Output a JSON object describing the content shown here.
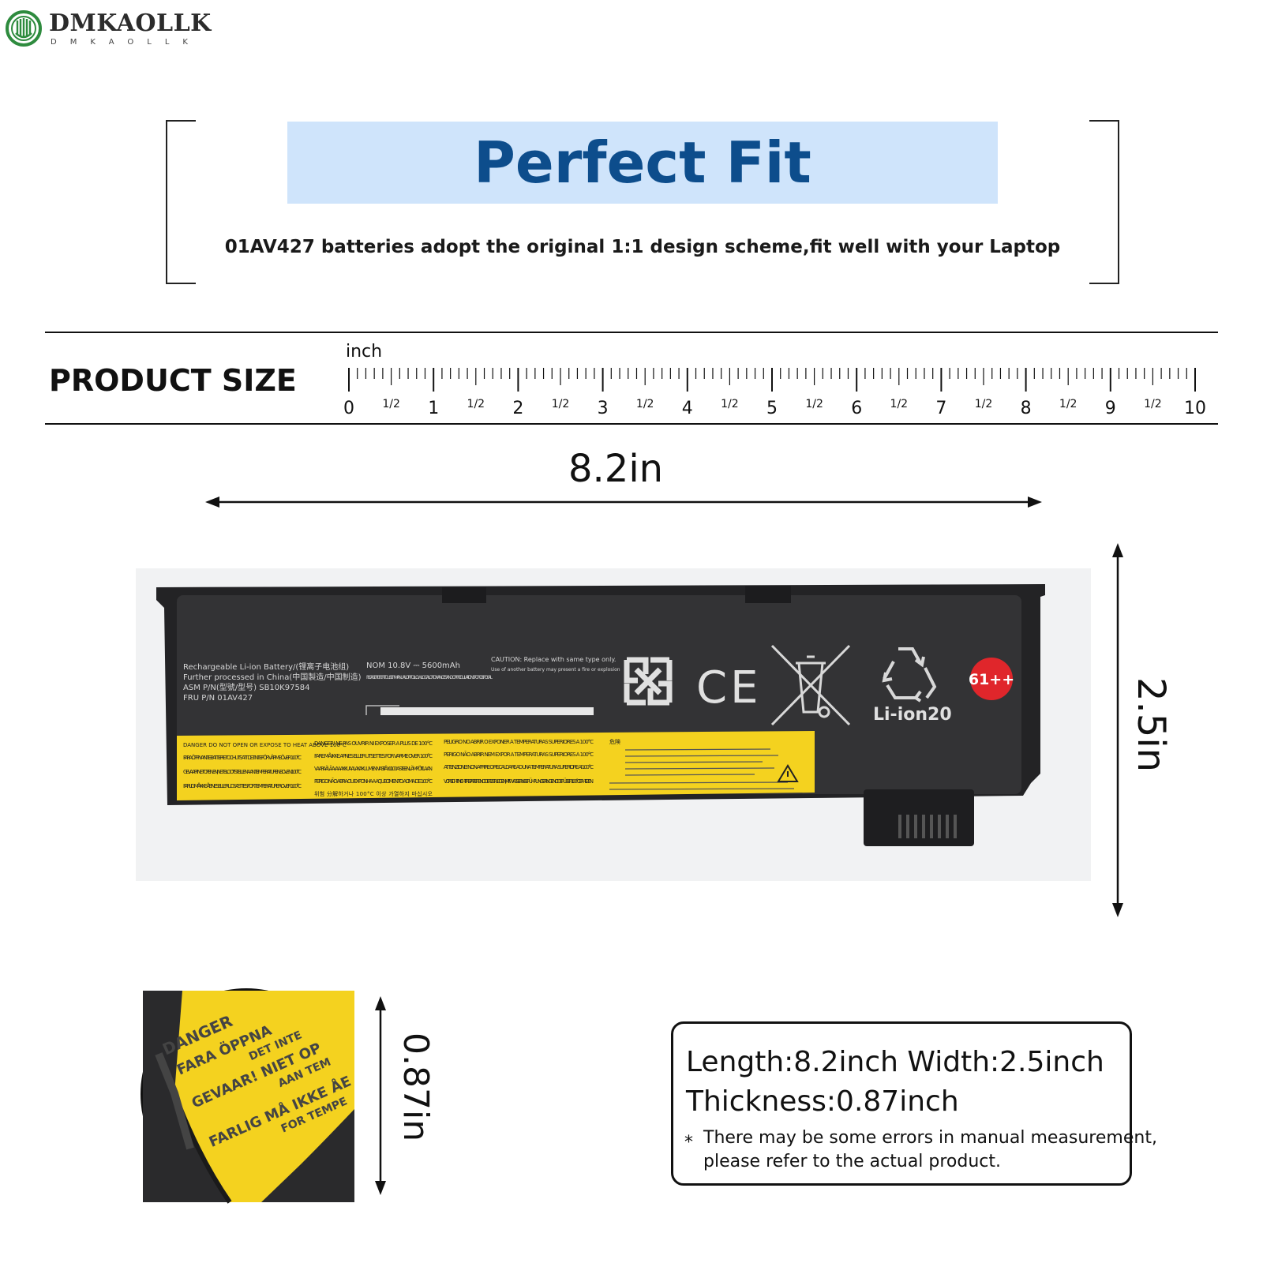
{
  "brand": {
    "name": "DMKAOLLK",
    "sub": "DMKAOLLK",
    "logo_color": "#2e8b3e"
  },
  "hero": {
    "title": "Perfect Fit",
    "subtitle": "01AV427 batteries adopt the original 1:1 design scheme,fit well with your Laptop",
    "title_color": "#0d4d8c",
    "band_color": "#cfe4fb"
  },
  "product_size": {
    "label": "PRODUCT SIZE",
    "ruler_unit": "inch",
    "ruler_numbers": [
      "0",
      "1",
      "2",
      "3",
      "4",
      "5",
      "6",
      "7",
      "8",
      "9",
      "10"
    ],
    "half_label": "1/2"
  },
  "dimensions": {
    "length": "8.2in",
    "width": "2.5in",
    "thickness": "0.87in"
  },
  "battery_label": {
    "lines": [
      "Rechargeable Li-ion Battery/(锂离子电池组)",
      "Further processed in China(中国製造/中国制造)",
      "ASM P/N(型號/型号) SB10K97584",
      "FRU P/N  01AV427"
    ],
    "nom": "NOM  10.8V ⎓ 5600mAh",
    "nom_note": "PLEASE REFER TO USER MANUAL OR FOLLOW LOCAL ORDINANCES AND OR REGULATIONS FOR DISPOSAL",
    "caution": "CAUTION:  Replace with same type only.",
    "caution_note": "Use of another battery may present a fire or explosion",
    "ce": "CE",
    "li_ion": "Li-ion20",
    "badge": "61++",
    "warning_col1": [
      "DANGER  DO NOT OPEN OR EXPOSE TO HEAT ABOVE 100℃",
      "FARA  ÖPPNA INTE BATTERIET OCH UTSATT DET INTE FÖR VÄRME ÖVER 100°C",
      "GEVAAR!  NIET OPENEN, NIET BLOOTSTELLEN AAN TEMPERATUREN BOVEN 100°C",
      "FARLIG  MÅ IKKE ÅBNES ELLER UDSÆTTES FOR TEMPERATURER OVER 100°C"
    ],
    "warning_col2": [
      "DANGER!  NE PAS OUVRIR NI EXPOSER A PLUS DE 100°C",
      "FARE  MÅ IKKE APNES ELLER UTSETTES FOR VARME OVER 100°C",
      "VAARA  ÄLÄ AVAA AKKUA ALAKA KUUMENNA SITÄ YLI 100 ASTEEN LÄMPÖTILAAN",
      "PERIGO  NÃO ABRA OU EXPONHA A AQUECIMENTO ACIMA DE 100°C",
      "위험  分解하거나 100°C 이상 가열하지 마십시오"
    ],
    "warning_col3": [
      "PELIGRO  NO ABRIR O EXPONER A TEMPERATURAS SUPERIORES A 100°C",
      "PERIGO  NÃO ABRIR NEM EXPOR A TEMPERATURAS SUPERIORES A 100°C",
      "ATTENZIONE!  NON APRIRE O RISCALDARE AD UNA TEMPERATURA SUPERIORE AI 100°C",
      "VORSICHT!  NICHT REPARIEREN ODER ZERLEGEN, MIT WASSER IN BERÜHRUNG BRINGEN ODER ÜBER 100°C ERHITZEN"
    ],
    "warning_jp": "危険"
  },
  "zoom": {
    "lines": [
      "DANGER",
      "FARA  ÖPPNA",
      "DET INTE",
      "GEVAAR!  NIET OP",
      "AAN TEM",
      "FARLIG  MÅ IKKE ÅE",
      "FOR TEMPE"
    ]
  },
  "spec": {
    "line1": "Length:8.2inch Width:2.5inch",
    "line2": "Thickness:0.87inch",
    "note_star": "*",
    "note_line1": "There may be some errors in manual measurement,",
    "note_line2": "please refer to the actual product."
  },
  "colors": {
    "battery_body": "#2b2b2d",
    "label_yellow": "#f4d21f",
    "badge_red": "#e0262b"
  }
}
